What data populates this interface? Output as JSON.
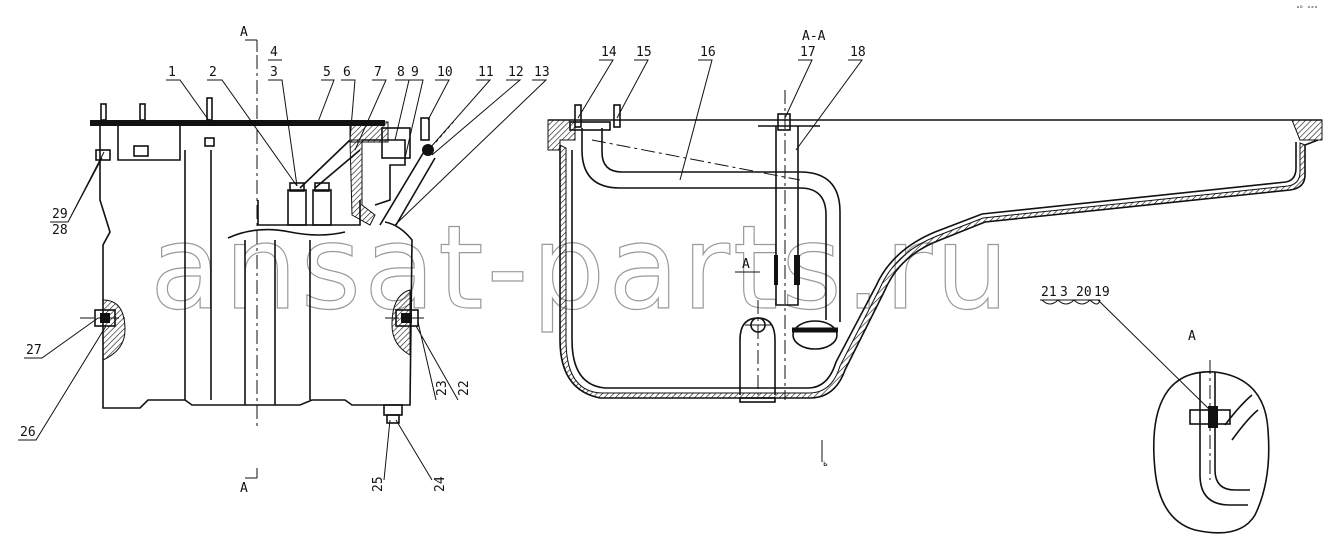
{
  "watermark": "ansat-parts.ru",
  "corner_mark": "ᵃᴰ ᵃᵃᵃ",
  "section_labels": {
    "a_top": "A",
    "a_bottom": "A",
    "aa": "A-A",
    "a_mid": "A",
    "a_detail": "A"
  },
  "callouts_left": [
    "1",
    "2",
    "4",
    "3",
    "5",
    "6",
    "7",
    "8",
    "9",
    "10",
    "11",
    "12",
    "13"
  ],
  "callouts_left_bottom": [
    "29",
    "28",
    "27",
    "26",
    "23",
    "22",
    "25",
    "24"
  ],
  "callouts_right": [
    "14",
    "15",
    "16",
    "17",
    "18"
  ],
  "callouts_detail": [
    "21",
    "3",
    "20",
    "19"
  ]
}
